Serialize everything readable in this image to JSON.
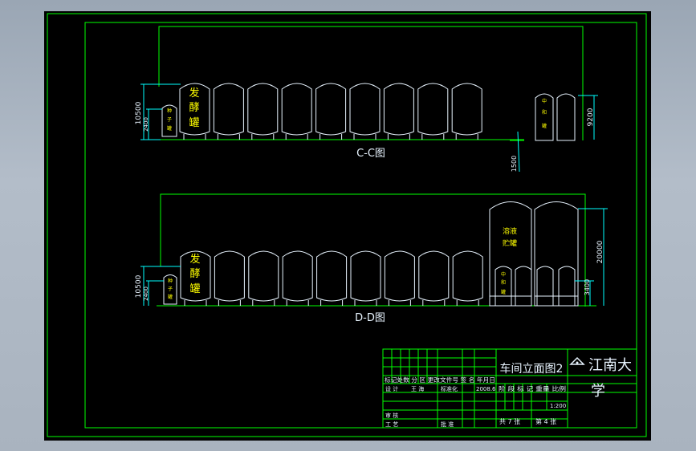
{
  "views": {
    "cc": {
      "caption": "C-C图",
      "dim_height": "10500",
      "dim_small": "2400",
      "dim_right": "9200",
      "dim_floor": "1500",
      "tank_label": [
        "发",
        "酵",
        "罐"
      ],
      "small_tank_label": [
        "种",
        "子",
        "罐"
      ],
      "neutral_tank_label": [
        "中",
        "和",
        "罐"
      ]
    },
    "dd": {
      "caption": "D-D图",
      "dim_height": "10500",
      "dim_small": "2400",
      "dim_right": "20000",
      "dim_right_small": "3400",
      "tank_label": [
        "发",
        "酵",
        "罐"
      ],
      "small_tank_label": [
        "种",
        "子",
        "罐"
      ],
      "neutral_tank_label": [
        "中",
        "和",
        "罐"
      ],
      "storage_tank_label": [
        "溶液",
        "贮罐"
      ]
    }
  },
  "title_block": {
    "drawing_title": "车间立面图2",
    "school": "江南大学",
    "row_headers": "标记处数 分 区 更改文件号 签 名 年月日",
    "design": "设 计",
    "designer": "王 海",
    "standardization": "标准化",
    "date": "2008.6",
    "stage_headers": "阶 段 标 记 重量 比例",
    "scale": "1:200",
    "review": "审 核",
    "process": "工 艺",
    "approve": "批 准",
    "sheets_total": "共 7 张",
    "sheet_no": "第 4 张"
  }
}
